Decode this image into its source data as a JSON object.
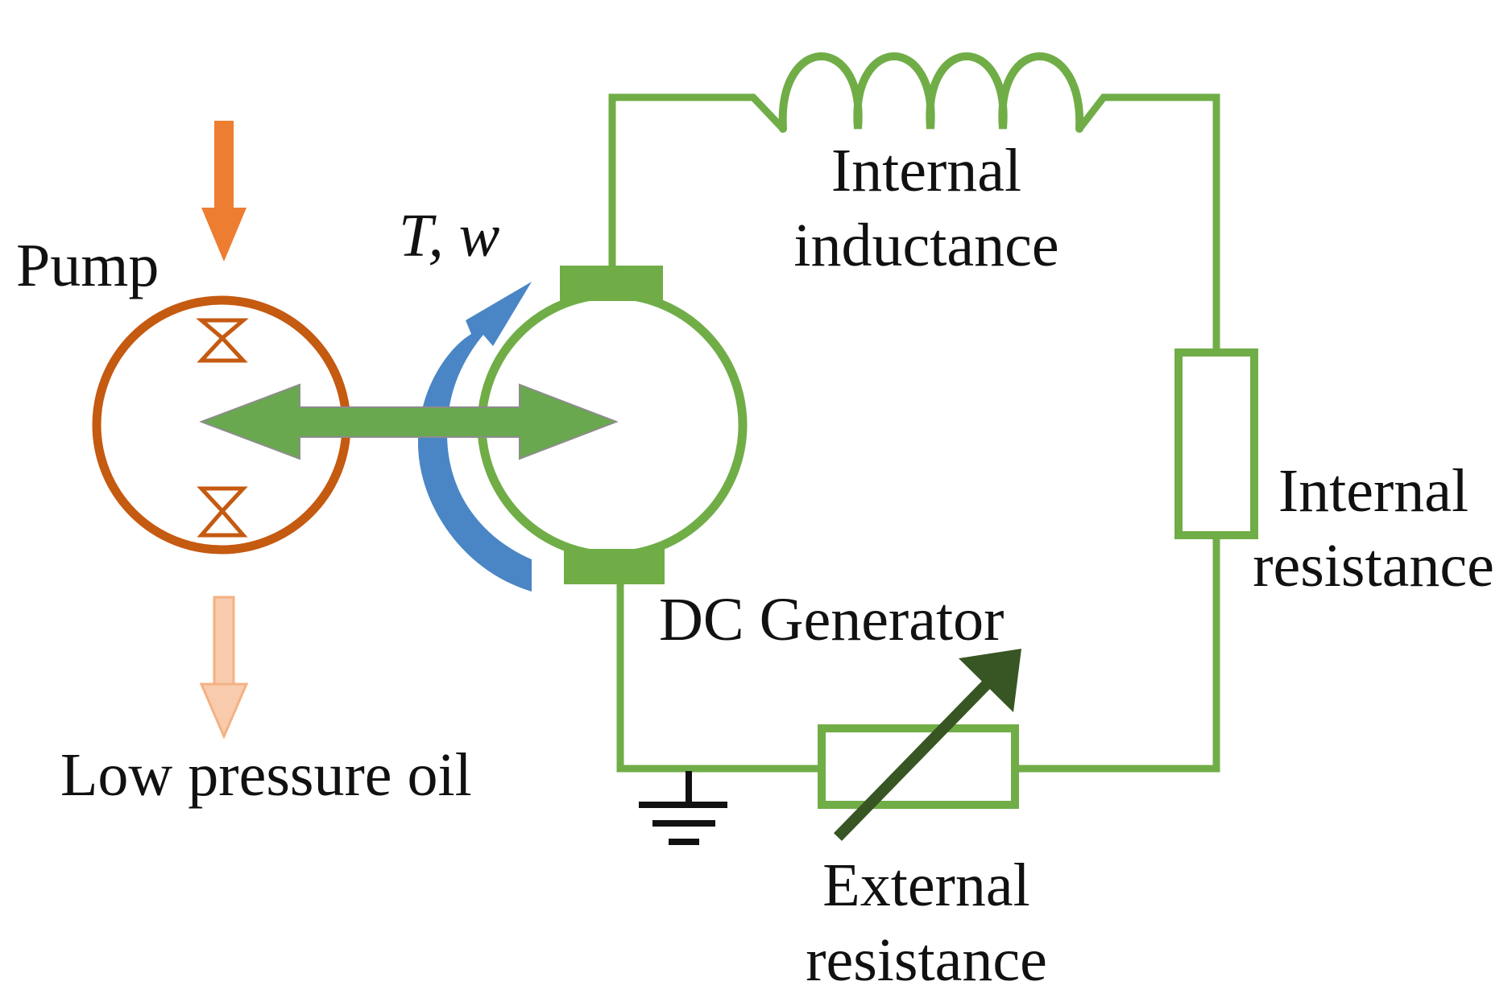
{
  "labels": {
    "pump": "Pump",
    "torque_speed": "T, w",
    "internal_inductance_line1": "Internal",
    "internal_inductance_line2": "inductance",
    "internal_resistance_line1": "Internal",
    "internal_resistance_line2": "resistance",
    "dc_generator": "DC Generator",
    "low_pressure_oil": "Low pressure oil",
    "external_resistance_line1": "External",
    "external_resistance_line2": "resistance"
  },
  "colors": {
    "circuit_green": "#70ad47",
    "shaft_green": "#6aa84f",
    "pump_orange": "#c55a11",
    "inlet_arrow": "#ed7d31",
    "outlet_arrow": "#f8cbad",
    "outlet_arrow_edge": "#f4b183",
    "rotation_blue_light": "#5b9bd5",
    "rotation_blue_dark": "#2e75b6",
    "variable_arrow": "#375623",
    "ground": "#111111"
  },
  "icons": {
    "ground": "ground-symbol-icon",
    "pump_valve": "valve-triangles-icon",
    "rotation": "curved-rotation-arrow-icon",
    "variable": "variable-resistor-arrow-icon"
  }
}
